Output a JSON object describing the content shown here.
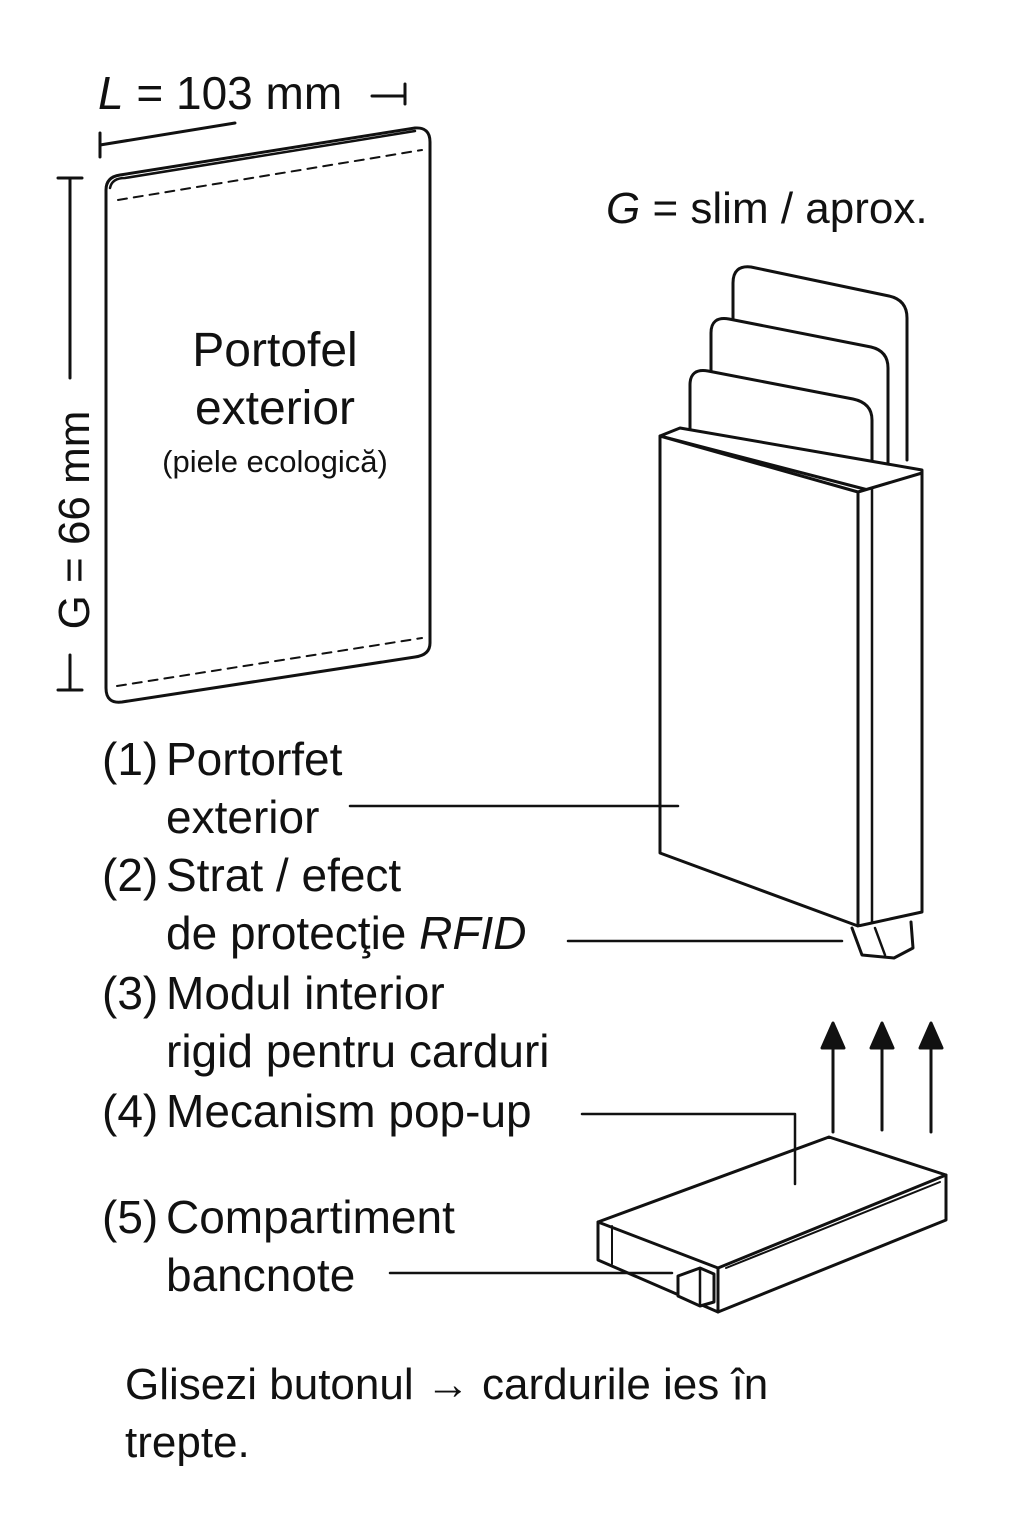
{
  "dimensions": {
    "length_symbol": "L",
    "length_value": "= 103 mm",
    "height_label": "G = 66 mm",
    "thickness_symbol": "G",
    "thickness_value": "= slim / aprox."
  },
  "wallet_face": {
    "title_line1": "Portofel",
    "title_line2": "exterior",
    "material": "(piele ecologică)"
  },
  "components": [
    {
      "number": "(1)",
      "line1": "Portorfet",
      "line2": "exterior"
    },
    {
      "number": "(2)",
      "line1": "Strat / efect",
      "line2_plain": "de protecţie",
      "line2_emph": "RFID"
    },
    {
      "number": "(3)",
      "line1": "Modul interior",
      "line2": "rigid pentru carduri"
    },
    {
      "number": "(4)",
      "line1": "Mecanism pop-up"
    },
    {
      "number": "(5)",
      "line1": "Compartiment",
      "line2": "bancnote"
    }
  ],
  "caption": "Glisezi butonul → cardurile ies în trepte."
}
